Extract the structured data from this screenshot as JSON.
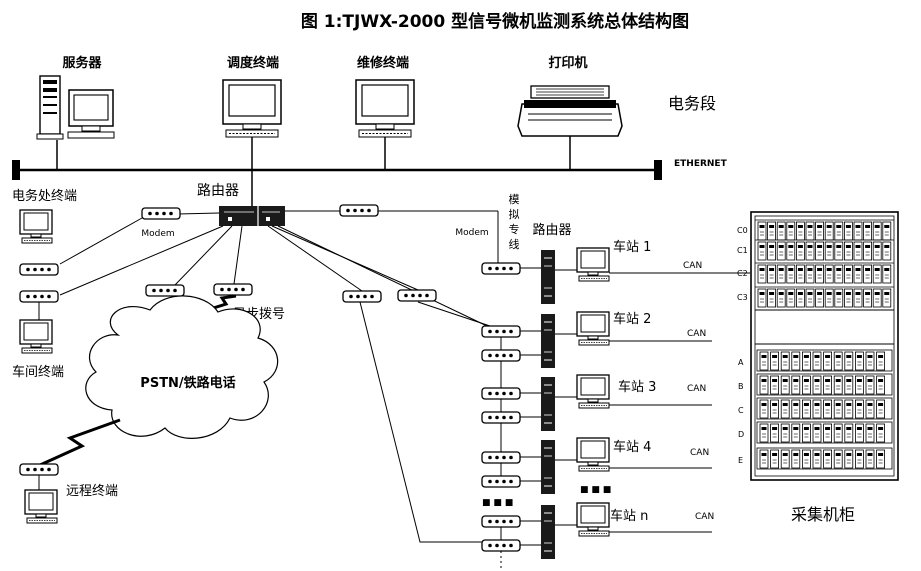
{
  "title": "图 1:TJWX-2000 型信号微机监测系统总体结构图",
  "top": {
    "server": "服务器",
    "dispatch": "调度终端",
    "maintenance": "维修终端",
    "printer": "打印机",
    "section": "电务段",
    "ethernet": "ETHERNET"
  },
  "router_main": "路由器",
  "router_station": "路由器",
  "left": {
    "office_terminal": "电务处终端",
    "workshop_terminal": "车间终端",
    "remote_terminal": "远程终端",
    "async_dial": "异步拨号",
    "pstn": "PSTN/铁路电话"
  },
  "modem_labels": [
    "Modem",
    "Modem"
  ],
  "analog_line": [
    "模",
    "拟",
    "专",
    "线"
  ],
  "stations": [
    "车站 1",
    "车站 2",
    "车站 3",
    "车站 4",
    "车站 n"
  ],
  "can_labels": [
    "CAN",
    "CAN",
    "CAN",
    "CAN",
    "CAN"
  ],
  "ellipsis": [
    "■ ■ ■",
    "■ ■ ■"
  ],
  "cabinet": {
    "label": "采集机柜",
    "rows_top": [
      "C0",
      "C1",
      "C2",
      "C3"
    ],
    "rows_bottom": [
      "A",
      "B",
      "C",
      "D",
      "E"
    ]
  }
}
